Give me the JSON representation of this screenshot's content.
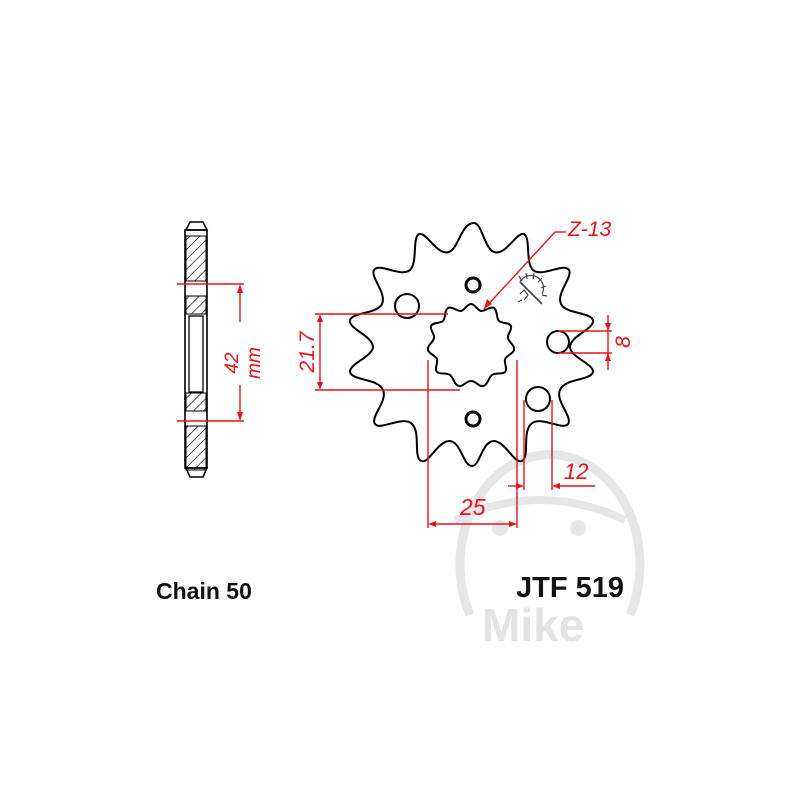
{
  "product": {
    "part_number": "JTF 519",
    "chain_label": "Chain 50",
    "watermark": "Mike"
  },
  "side_view": {
    "dimension_label": "42 mm",
    "dimension_value": 42,
    "unit": "mm"
  },
  "front_view": {
    "teeth_label": "Z-13",
    "teeth_count": 13,
    "dimensions": {
      "spline_height": "21.7",
      "bolt_hole_diameter": "8",
      "hole_offset": "12",
      "spline_width": "25"
    },
    "icons": [
      "sprocket-icon",
      "cleaning-brush-icon"
    ]
  },
  "colors": {
    "dimension_lines": "#e8121c",
    "outline": "#000000",
    "hatch": "#000000",
    "watermark": "#e3e3e3",
    "background": "#ffffff"
  }
}
